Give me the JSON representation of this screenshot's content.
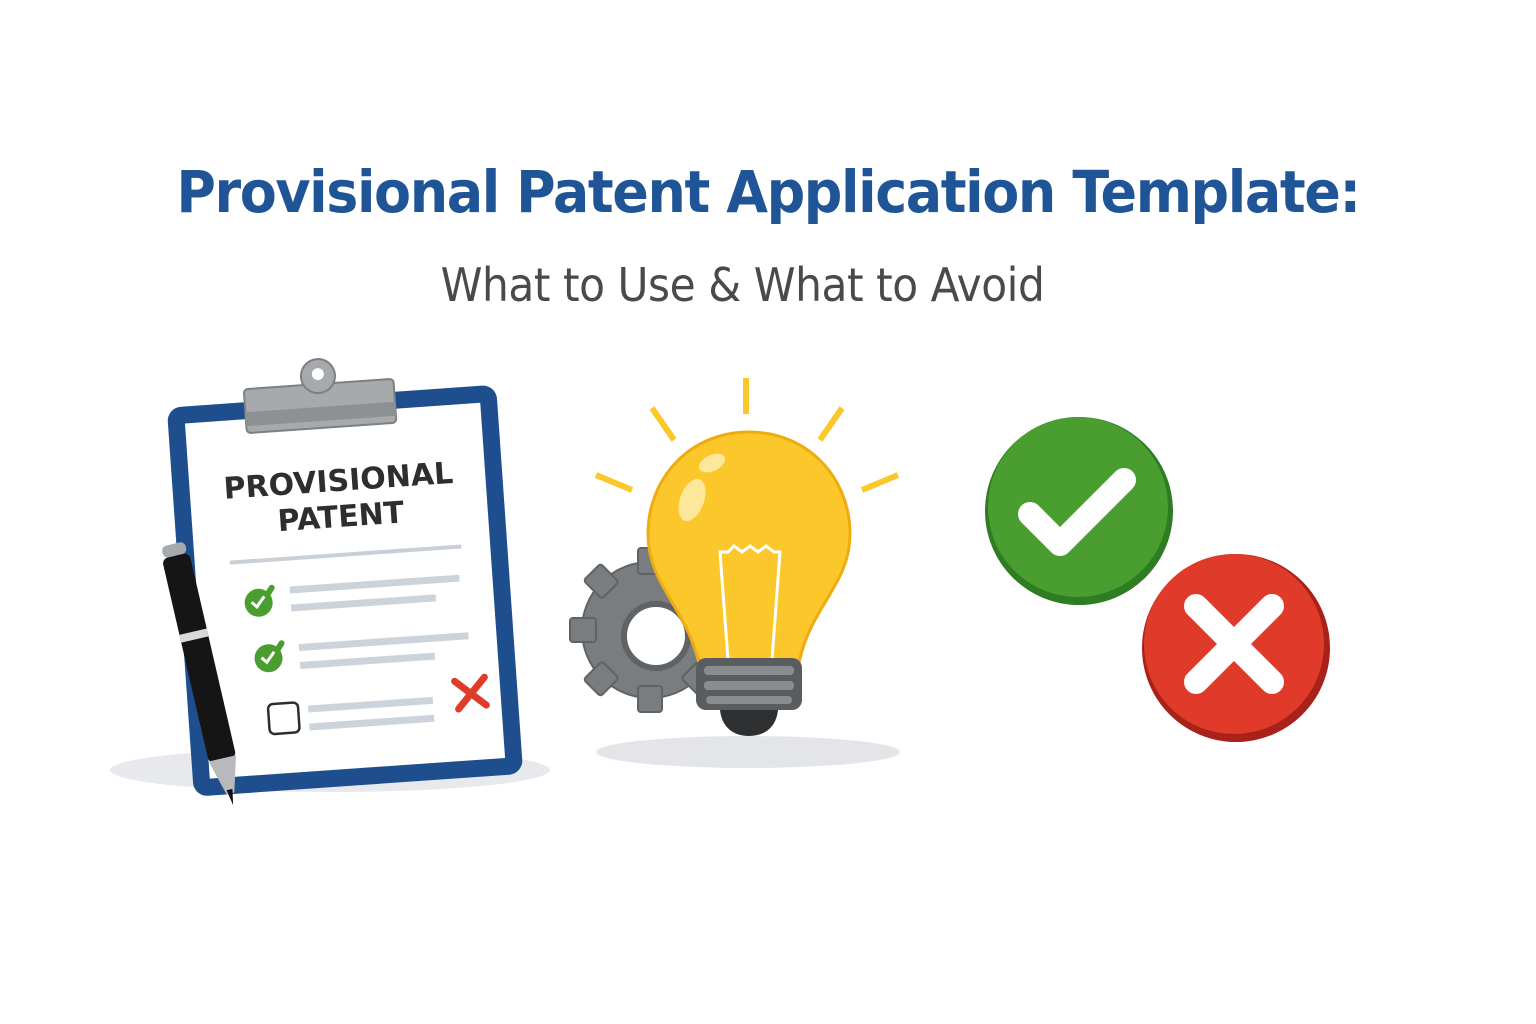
{
  "header": {
    "title": "Provisional Patent Application Template:",
    "subtitle": "What to Use & What to Avoid"
  },
  "clipboard": {
    "heading_line1": "PROVISIONAL",
    "heading_line2": "PATENT",
    "items": [
      {
        "state": "checked",
        "icon": "green-check-icon"
      },
      {
        "state": "checked",
        "icon": "green-check-icon"
      },
      {
        "state": "unchecked",
        "icon": "empty-checkbox-icon",
        "marker": "red-x-icon"
      }
    ]
  },
  "icons": {
    "pen": "pen-icon",
    "bulb": "lightbulb-icon",
    "gear": "gear-icon",
    "use": "green-check-circle-icon",
    "avoid": "red-x-circle-icon"
  },
  "colors": {
    "title": "#1f5597",
    "subtitle": "#4a4a4a",
    "clipboard_blue": "#1f4e8f",
    "check_green": "#4a9e2f",
    "x_red": "#e03a2a",
    "bulb_yellow": "#fcc72a",
    "gear_gray": "#7a7d80"
  }
}
